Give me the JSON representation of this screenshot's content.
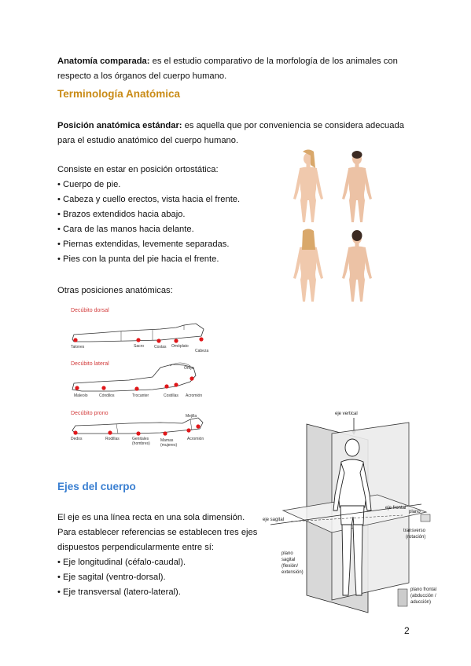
{
  "intro": {
    "term": "Anatomía comparada:",
    "line1": " es el estudio comparativo de la morfología de los animales con",
    "line2": "respecto a los órganos del cuerpo humano."
  },
  "section1": {
    "title": "Terminología Anatómica",
    "pos_term": "Posición anatómica estándar:",
    "pos_line1": " es aquella que por conveniencia se considera adecuada",
    "pos_line2": "para el estudio anatómico del cuerpo humano.",
    "consiste": "Consiste en estar en posición ortostática:",
    "bullets": [
      "• Cuerpo de pie.",
      "• Cabeza y cuello erectos, vista hacia el frente.",
      "• Brazos extendidos hacia abajo.",
      "• Cara de las manos hacia delante.",
      "• Piernas extendidas, levemente separadas.",
      "• Pies con la punta del pie hacia el frente."
    ],
    "otras": "Otras posiciones anatómicas:"
  },
  "decubitus": {
    "dorsal": {
      "title": "Decúbito dorsal",
      "labels": [
        "Talones",
        "Sacro",
        "Costas",
        "Omóplato",
        "Cabeza"
      ]
    },
    "lateral": {
      "title": "Decúbito lateral",
      "labels": [
        "Maleolo",
        "Cóndilos",
        "Trocanter",
        "Costillas",
        "Acromión",
        "Oreja"
      ]
    },
    "prono": {
      "title": "Decúbito prono",
      "labels": [
        "Dedos",
        "Rodillas",
        "Genitales",
        "(hombres)",
        "Mamas",
        "(mujeres)",
        "Acromión",
        "Mejilla"
      ]
    }
  },
  "axes_figure": {
    "eje_vertical": "eje vertical",
    "eje_sagital": "eje sagital",
    "eje_frontal": "eje frontal",
    "plano_transverso": [
      "plano",
      "transverso",
      "(rotación)"
    ],
    "plano_sagital": [
      "plano",
      "sagital",
      "(flexión/",
      "extensión)"
    ],
    "plano_frontal": [
      "plano frontal",
      "(abducción /",
      "aducción)"
    ]
  },
  "section2": {
    "title": "Ejes del cuerpo",
    "lines": [
      "El eje es una línea recta en una sola dimensión.",
      "Para establecer referencias se establecen tres ejes",
      "dispuestos perpendicularmente entre sí:",
      "• Eje longitudinal (céfalo-caudal).",
      "• Eje sagital (ventro-dorsal).",
      "• Eje transversal (latero-lateral)."
    ]
  },
  "page_number": "2",
  "colors": {
    "heading_orange": "#c98b16",
    "heading_blue": "#3a7fd1",
    "pressure_dot": "#e0181b",
    "skin": "#f1c9ad"
  }
}
